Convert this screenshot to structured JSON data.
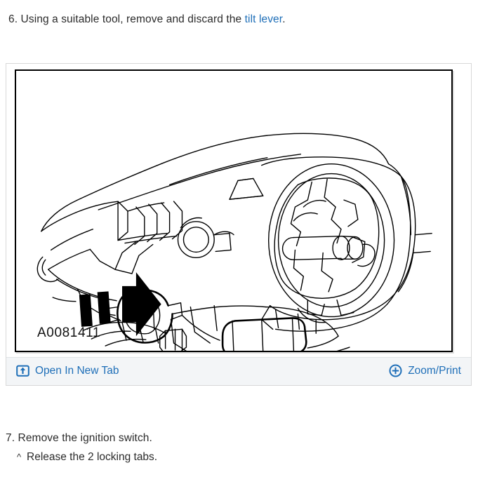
{
  "steps": {
    "step6": {
      "number": "6.",
      "text_before": " Using a suitable tool, remove and discard the ",
      "link_text": "tilt lever",
      "text_after": "."
    },
    "step7": {
      "number": "7.",
      "text": " Remove the ignition switch."
    },
    "substep": {
      "bullet": "^",
      "text": "Release the 2 locking tabs."
    }
  },
  "figure": {
    "id_label": "A0081411",
    "alt_description": "Exploded line drawing of steering column ignition switch assembly with tilt lever removal arrow",
    "footer": {
      "open_in_new_tab": {
        "label": "Open In New Tab",
        "icon": "open-in-new-tab-icon"
      },
      "zoom_print": {
        "label": "Zoom/Print",
        "icon": "zoom-plus-icon"
      }
    }
  },
  "colors": {
    "link": "#1f6fb8",
    "text": "#2b2b2b",
    "footer_bg": "#f3f5f7",
    "frame_border": "#000000",
    "container_border": "#d8d8d8"
  }
}
